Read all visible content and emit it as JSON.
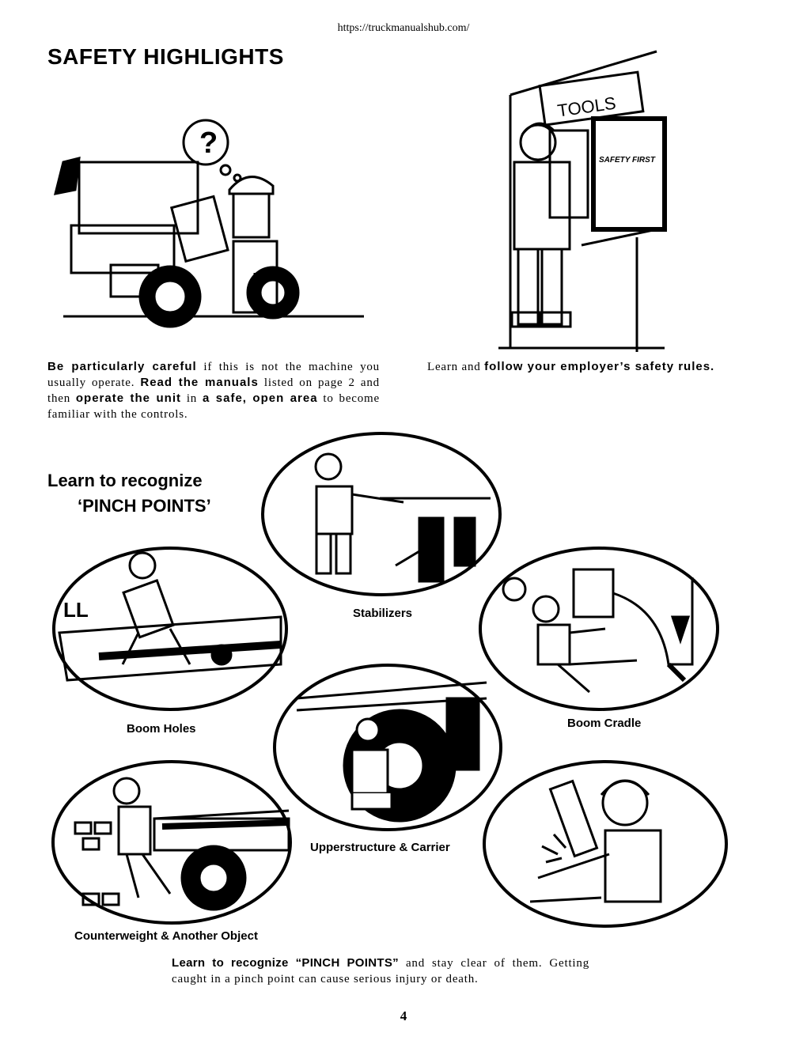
{
  "header": {
    "url": "https://truckmanualshub.com/"
  },
  "page": {
    "title": "SAFETY HIGHLIGHTS",
    "number": "4"
  },
  "illustration_top_right": {
    "sign": "TOOLS",
    "poster": "SAFETY FIRST"
  },
  "left_paragraph": {
    "s1": "Be particularly careful",
    "s2": " if this is not the machine you usually operate. ",
    "s3": "Read the manuals",
    "s4": " listed on page 2 and then ",
    "s5": "operate the unit",
    "s6": " in ",
    "s7": "a safe, open area",
    "s8": " to become familiar with the controls."
  },
  "right_paragraph": {
    "s1": "Learn and ",
    "s2": "follow your employer’s safety rules."
  },
  "pinch_heading": {
    "line1": "Learn to recognize",
    "line2": "‘PINCH POINTS’"
  },
  "captions": {
    "stabilizers": "Stabilizers",
    "boom_holes": "Boom Holes",
    "boom_cradle": "Boom Cradle",
    "upperstructure": "Upperstructure & Carrier",
    "counterweight": "Counterweight & Another Object"
  },
  "bottom_paragraph": {
    "s1": "Learn to recognize “PINCH POINTS”",
    "s2": " and stay clear of them. Getting caught in a pinch point can cause serious injury or death."
  }
}
